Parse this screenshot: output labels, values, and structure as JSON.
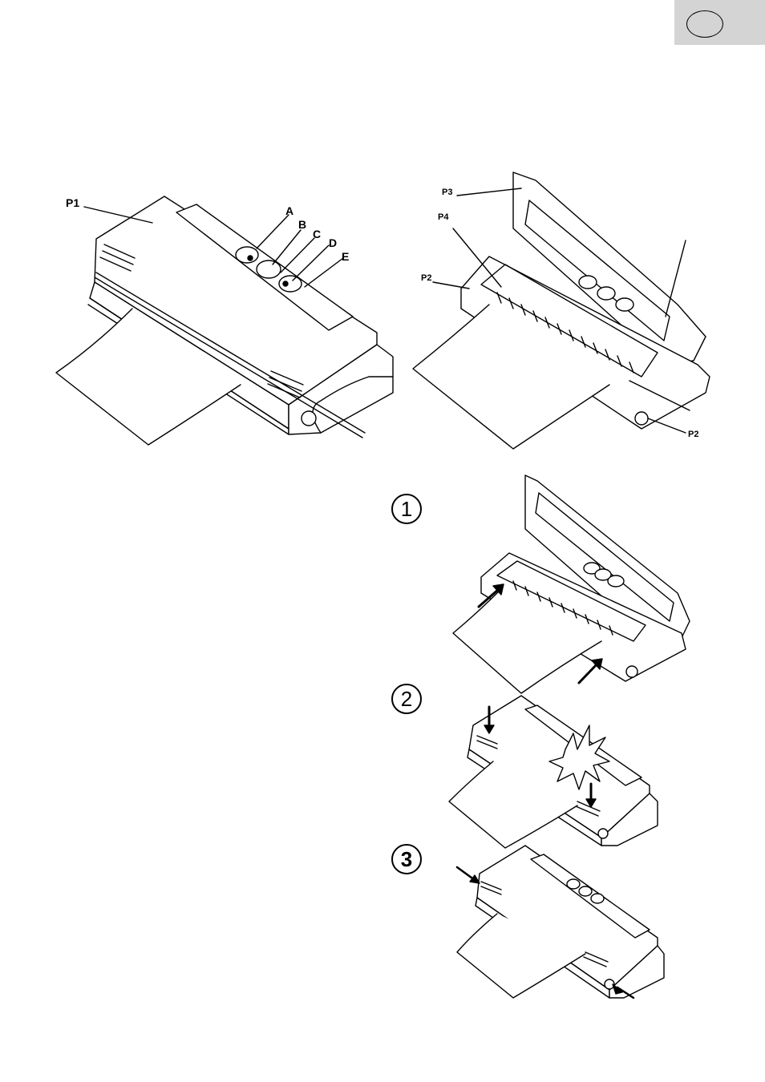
{
  "colors": {
    "tab_background": "#d4d4d4",
    "line": "#000000",
    "paper": "#ffffff"
  },
  "figure1": {
    "labels": {
      "p1": "P1",
      "a": "A",
      "b": "B",
      "c": "C",
      "d": "D",
      "e": "E"
    }
  },
  "figure2": {
    "labels": {
      "p3": "P3",
      "p4": "P4",
      "p2_left": "P2",
      "p2_right": "P2"
    }
  },
  "steps": [
    {
      "label": "1"
    },
    {
      "label": "2"
    },
    {
      "label": "3"
    }
  ]
}
